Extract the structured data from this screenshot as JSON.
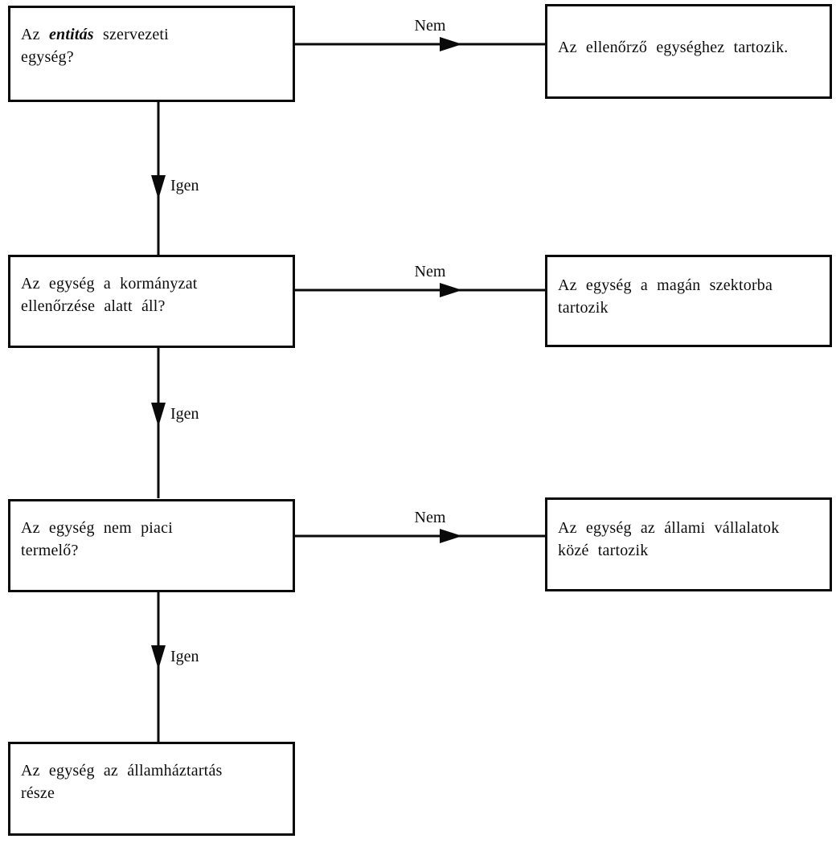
{
  "diagram": {
    "type": "flowchart",
    "language": "hu",
    "colors": {
      "background": "#ffffff",
      "line": "#0a0a0a",
      "text": "#0d0d0d"
    },
    "nodes": {
      "q1": {
        "line1_pre": "Az",
        "line1_em": "entitás",
        "line1_post": "szervezeti",
        "line2": "egység?"
      },
      "r1": {
        "line1": "Az ellenőrző egységhez tartozik."
      },
      "q2": {
        "line1": "Az egység a kormányzat",
        "line2": "ellenőrzése alatt áll?"
      },
      "r2": {
        "line1": "Az egység a magán szektorba",
        "line2": "tartozik"
      },
      "q3": {
        "line1": "Az egység nem piaci",
        "line2": "termelő?"
      },
      "r3": {
        "line1": "Az egység az állami vállalatok",
        "line2": "közé tartozik"
      },
      "final": {
        "line1": "Az egység az államháztartás",
        "line2": "része"
      }
    },
    "edges": {
      "nem_labels": [
        "Nem",
        "Nem",
        "Nem"
      ],
      "igen_labels": [
        "Igen",
        "Igen",
        "Igen"
      ]
    }
  }
}
